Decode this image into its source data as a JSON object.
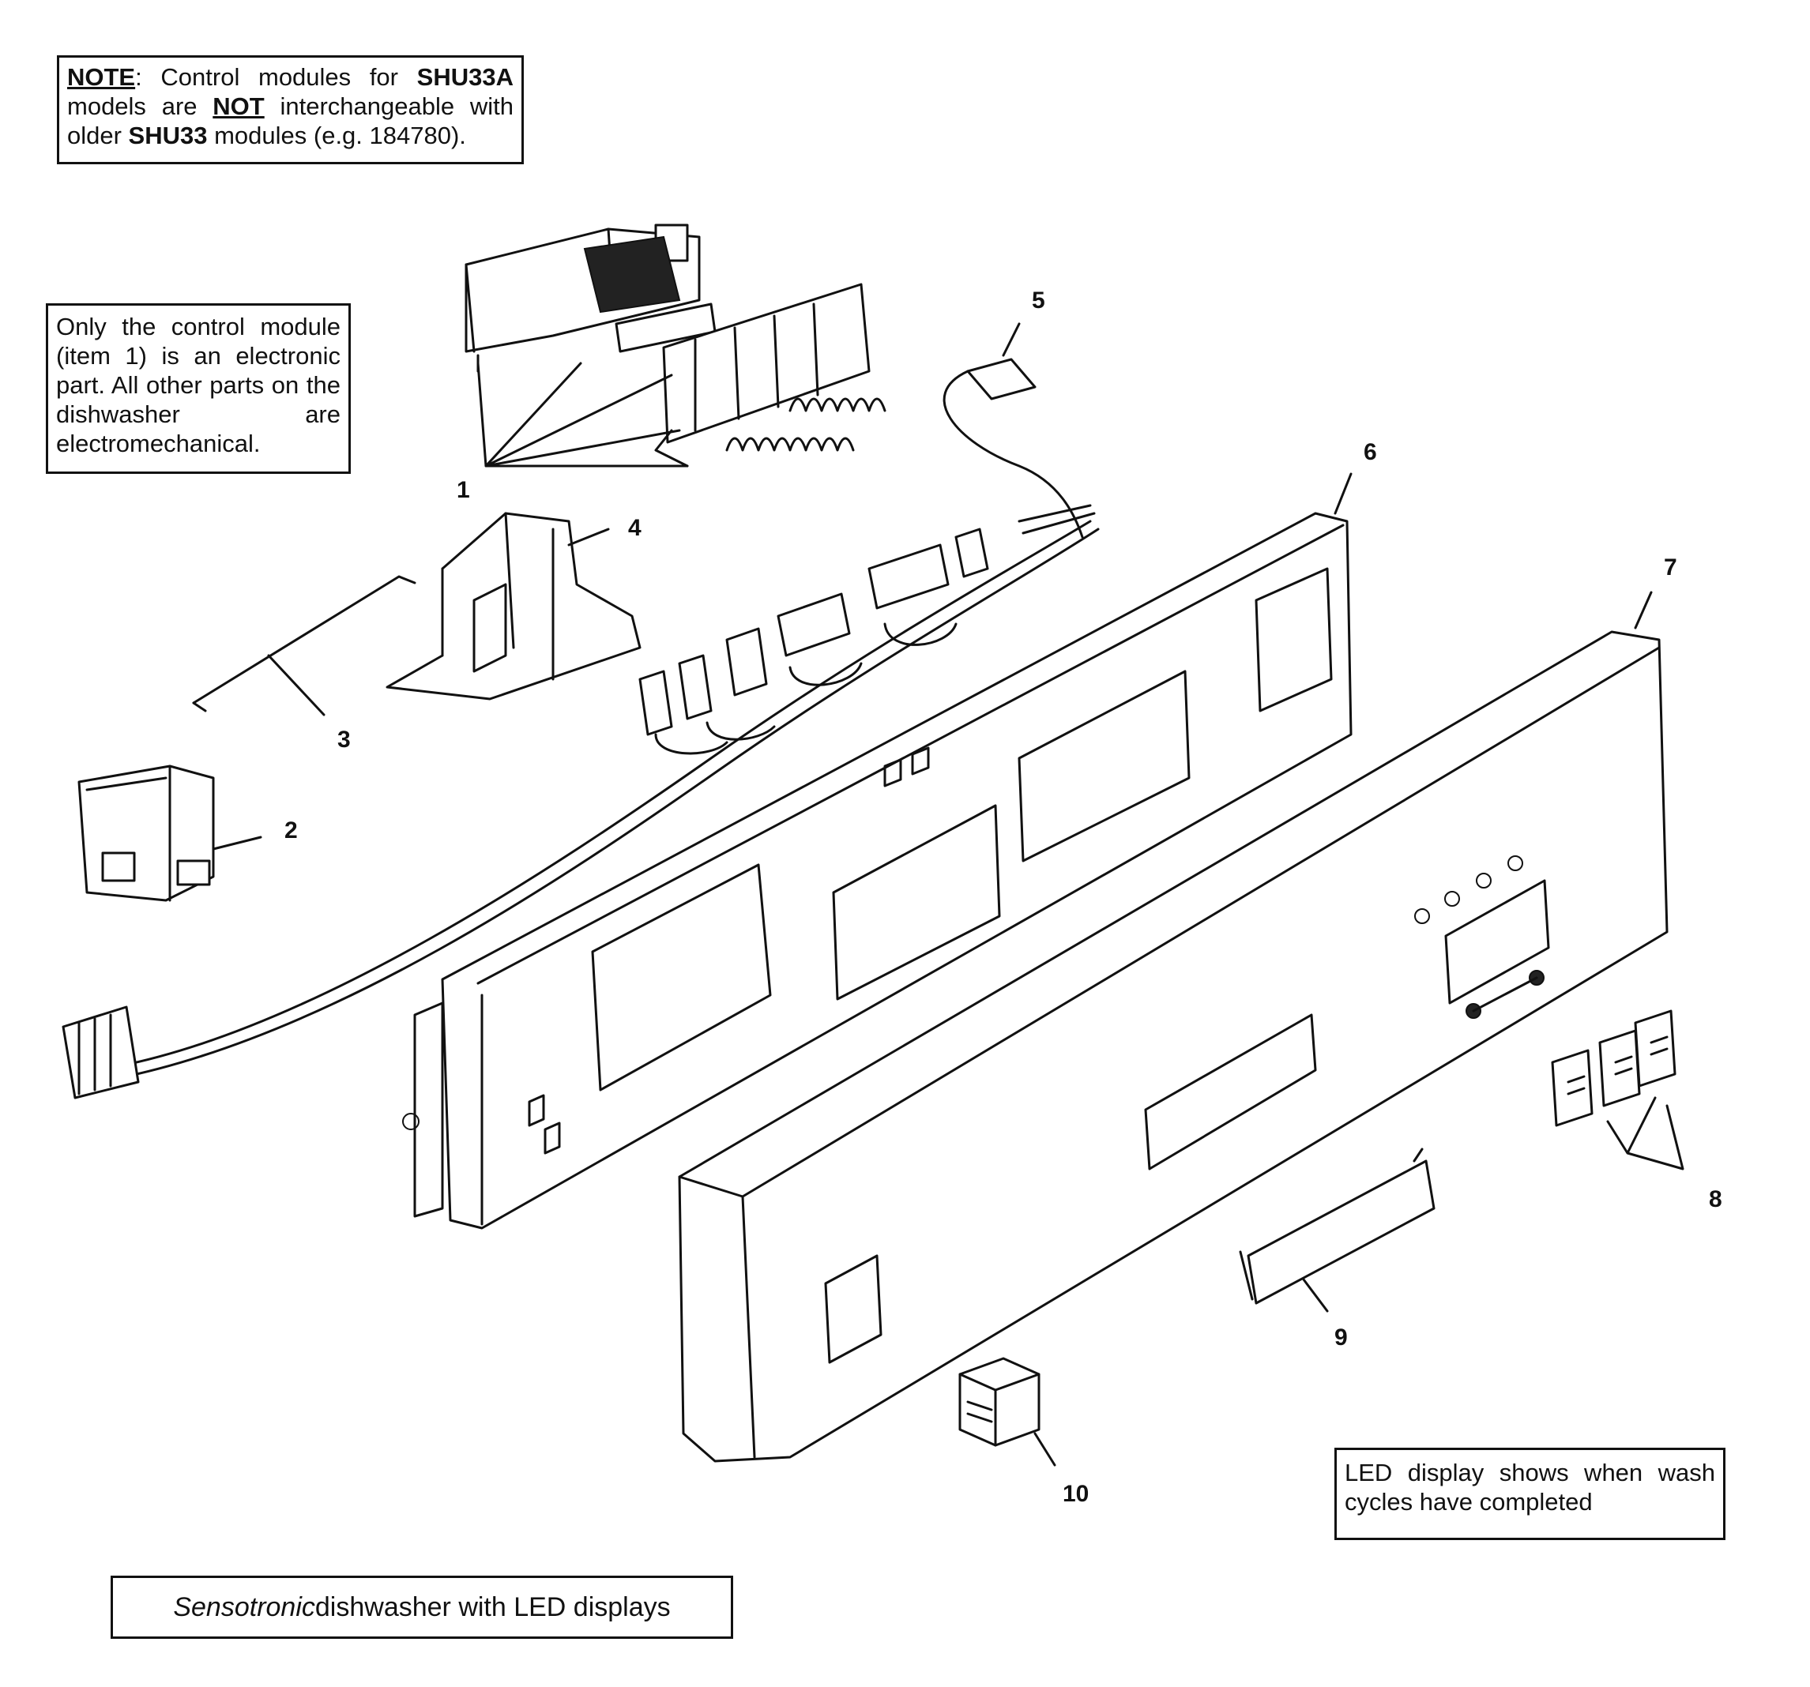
{
  "notes": {
    "interchange": {
      "label": "NOTE",
      "text_a": ":  Control modules for ",
      "model_new": "SHU33A",
      "text_b": " models are ",
      "not_word": "NOT",
      "text_c": " interchangeable with older ",
      "model_old": "SHU33",
      "text_d": " modules (e.g. 184780)."
    },
    "electronic": {
      "text": "Only the control module (item 1) is an electronic part.  All other parts on the dishwasher are electromechanical."
    },
    "led": {
      "text": "LED display shows when wash cycles have completed"
    }
  },
  "caption": {
    "italic": "Sensotronic",
    "rest": " dishwasher with LED displays"
  },
  "callouts": [
    "1",
    "2",
    "3",
    "4",
    "5",
    "6",
    "7",
    "8",
    "9",
    "10"
  ]
}
